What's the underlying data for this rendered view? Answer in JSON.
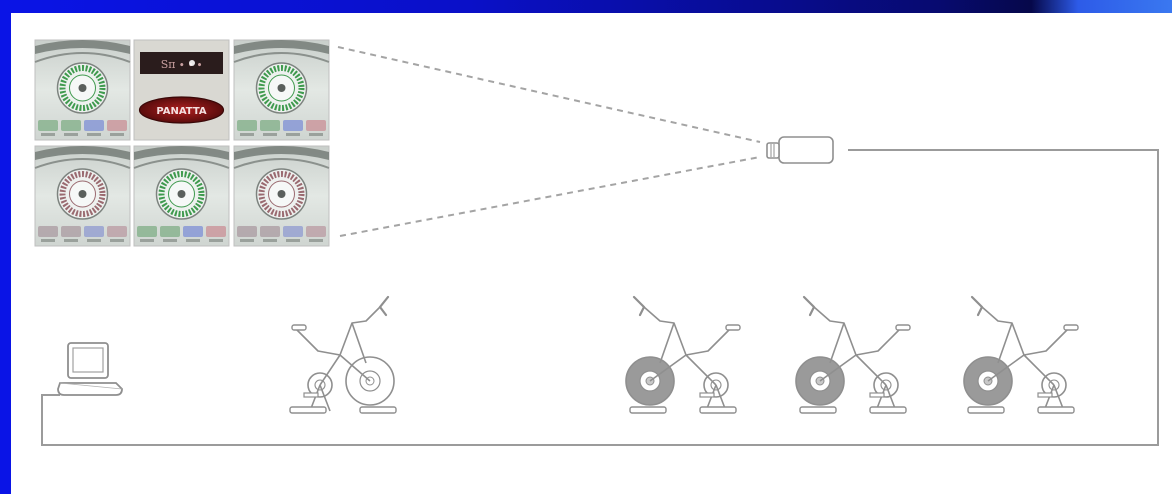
{
  "frame": {
    "accent_left": "#0a14e6",
    "accent_top_end": "#3a78f0"
  },
  "colors": {
    "line": "#9b9b9b",
    "dash": "#a4a4a4",
    "wheel_fill": "#9a9a9a",
    "ring_green": "#3f9a4e",
    "ring_rose": "#9a6a70",
    "panel_bg": "#d4dcd8",
    "logo_red": "#8a1a1a"
  },
  "screen_panels": [
    {
      "variant": "green-ring"
    },
    {
      "variant": "logo"
    },
    {
      "variant": "green-ring"
    },
    {
      "variant": "rose-ring"
    },
    {
      "variant": "green-ring"
    },
    {
      "variant": "rose-ring"
    }
  ],
  "logo_panel": {
    "banner_text": "Sп ∙ ∙ ∙",
    "brand_text": "PANATTA"
  },
  "devices": {
    "projector": {
      "icon": "projector-icon"
    },
    "computer": {
      "icon": "laptop-icon"
    }
  },
  "bikes": [
    {
      "icon": "exercise-bike-icon",
      "wheel": "outline"
    },
    {
      "icon": "exercise-bike-icon",
      "wheel": "filled"
    },
    {
      "icon": "exercise-bike-icon",
      "wheel": "filled"
    },
    {
      "icon": "exercise-bike-icon",
      "wheel": "filled"
    }
  ]
}
